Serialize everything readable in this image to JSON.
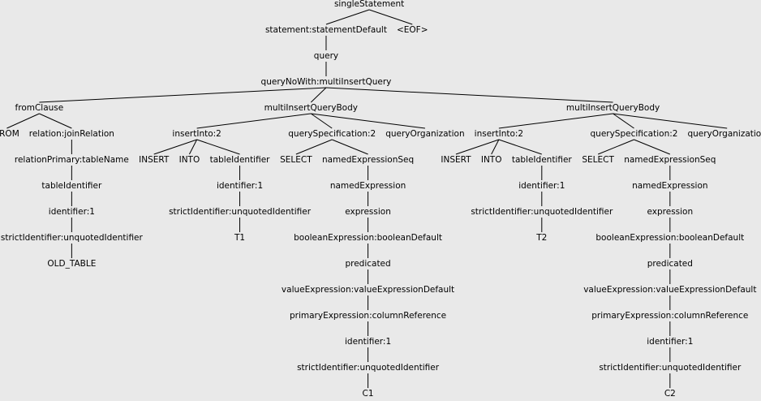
{
  "tree": {
    "label": "singleStatement",
    "children": [
      {
        "label": "statement:statementDefault",
        "children": [
          {
            "label": "query",
            "children": [
              {
                "label": "queryNoWith:multiInsertQuery",
                "children": [
                  {
                    "label": "fromClause",
                    "children": [
                      {
                        "label": "FROM",
                        "children": []
                      },
                      {
                        "label": "relation:joinRelation",
                        "children": [
                          {
                            "label": "relationPrimary:tableName",
                            "children": [
                              {
                                "label": "tableIdentifier",
                                "children": [
                                  {
                                    "label": "identifier:1",
                                    "children": [
                                      {
                                        "label": "strictIdentifier:unquotedIdentifier",
                                        "children": [
                                          {
                                            "label": "OLD_TABLE",
                                            "children": []
                                          }
                                        ]
                                      }
                                    ]
                                  }
                                ]
                              }
                            ]
                          }
                        ]
                      }
                    ]
                  },
                  {
                    "label": "multiInsertQueryBody",
                    "children": [
                      {
                        "label": "insertInto:2",
                        "children": [
                          {
                            "label": "INSERT",
                            "children": []
                          },
                          {
                            "label": "INTO",
                            "children": []
                          },
                          {
                            "label": "tableIdentifier",
                            "children": [
                              {
                                "label": "identifier:1",
                                "children": [
                                  {
                                    "label": "strictIdentifier:unquotedIdentifier",
                                    "children": [
                                      {
                                        "label": "T1",
                                        "children": []
                                      }
                                    ]
                                  }
                                ]
                              }
                            ]
                          }
                        ]
                      },
                      {
                        "label": "querySpecification:2",
                        "children": [
                          {
                            "label": "SELECT",
                            "children": []
                          },
                          {
                            "label": "namedExpressionSeq",
                            "children": [
                              {
                                "label": "namedExpression",
                                "children": [
                                  {
                                    "label": "expression",
                                    "children": [
                                      {
                                        "label": "booleanExpression:booleanDefault",
                                        "children": [
                                          {
                                            "label": "predicated",
                                            "children": [
                                              {
                                                "label": "valueExpression:valueExpressionDefault",
                                                "children": [
                                                  {
                                                    "label": "primaryExpression:columnReference",
                                                    "children": [
                                                      {
                                                        "label": "identifier:1",
                                                        "children": [
                                                          {
                                                            "label": "strictIdentifier:unquotedIdentifier",
                                                            "children": [
                                                              {
                                                                "label": "C1",
                                                                "children": []
                                                              }
                                                            ]
                                                          }
                                                        ]
                                                      }
                                                    ]
                                                  }
                                                ]
                                              }
                                            ]
                                          }
                                        ]
                                      }
                                    ]
                                  }
                                ]
                              }
                            ]
                          }
                        ]
                      },
                      {
                        "label": "queryOrganization",
                        "children": []
                      }
                    ]
                  },
                  {
                    "label": "multiInsertQueryBody",
                    "children": [
                      {
                        "label": "insertInto:2",
                        "children": [
                          {
                            "label": "INSERT",
                            "children": []
                          },
                          {
                            "label": "INTO",
                            "children": []
                          },
                          {
                            "label": "tableIdentifier",
                            "children": [
                              {
                                "label": "identifier:1",
                                "children": [
                                  {
                                    "label": "strictIdentifier:unquotedIdentifier",
                                    "children": [
                                      {
                                        "label": "T2",
                                        "children": []
                                      }
                                    ]
                                  }
                                ]
                              }
                            ]
                          }
                        ]
                      },
                      {
                        "label": "querySpecification:2",
                        "children": [
                          {
                            "label": "SELECT",
                            "children": []
                          },
                          {
                            "label": "namedExpressionSeq",
                            "children": [
                              {
                                "label": "namedExpression",
                                "children": [
                                  {
                                    "label": "expression",
                                    "children": [
                                      {
                                        "label": "booleanExpression:booleanDefault",
                                        "children": [
                                          {
                                            "label": "predicated",
                                            "children": [
                                              {
                                                "label": "valueExpression:valueExpressionDefault",
                                                "children": [
                                                  {
                                                    "label": "primaryExpression:columnReference",
                                                    "children": [
                                                      {
                                                        "label": "identifier:1",
                                                        "children": [
                                                          {
                                                            "label": "strictIdentifier:unquotedIdentifier",
                                                            "children": [
                                                              {
                                                                "label": "C2",
                                                                "children": []
                                                              }
                                                            ]
                                                          }
                                                        ]
                                                      }
                                                    ]
                                                  }
                                                ]
                                              }
                                            ]
                                          }
                                        ]
                                      }
                                    ]
                                  }
                                ]
                              }
                            ]
                          }
                        ]
                      },
                      {
                        "label": "queryOrganization",
                        "children": []
                      }
                    ]
                  }
                ]
              }
            ]
          }
        ]
      },
      {
        "label": "<EOF>",
        "children": []
      }
    ]
  }
}
